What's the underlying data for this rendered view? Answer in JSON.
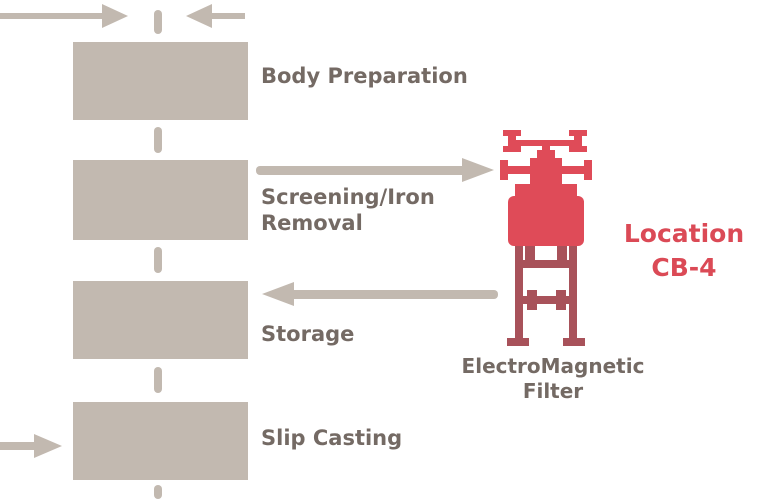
{
  "stages": [
    {
      "label_lines": [
        "Body Preparation"
      ]
    },
    {
      "label_lines": [
        "Screening/Iron",
        "Removal"
      ]
    },
    {
      "label_lines": [
        "Storage"
      ]
    },
    {
      "label_lines": [
        "Slip Casting"
      ]
    }
  ],
  "filter": {
    "label_lines": [
      "ElectroMagnetic",
      "Filter"
    ],
    "icon": "electromagnetic-filter-icon"
  },
  "location": {
    "label_lines": [
      "Location",
      "CB-4"
    ]
  },
  "colors": {
    "box": "#c2b9b0",
    "arrow": "#c2b9b0",
    "text": "#746a64",
    "accent": "#db4a56",
    "filter_body": "#df4b58",
    "filter_legs": "#a8525a"
  }
}
